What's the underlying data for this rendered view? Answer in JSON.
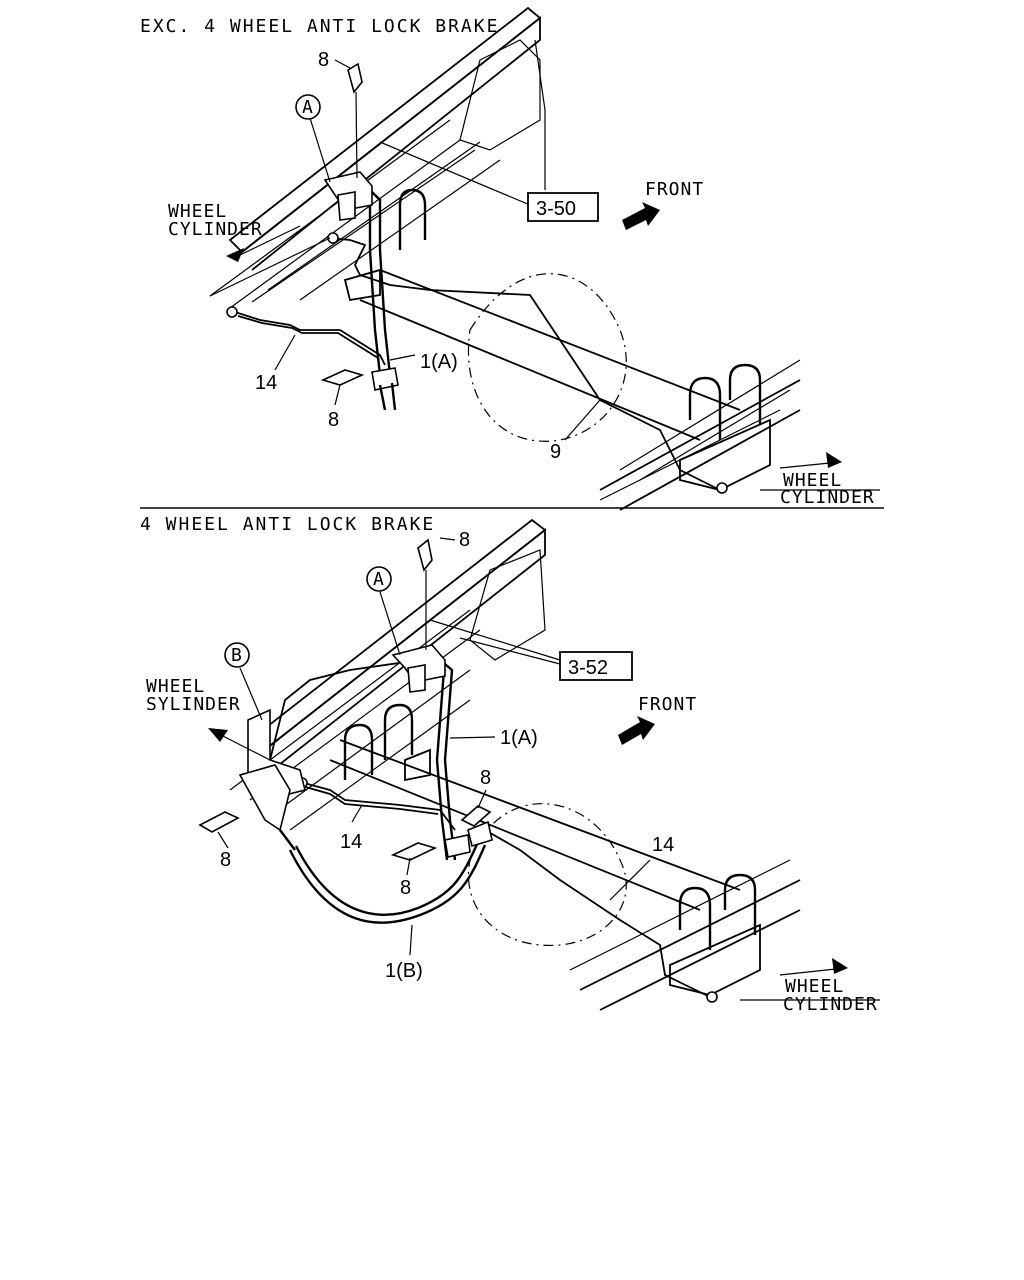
{
  "top": {
    "title": "EXC. 4 WHEEL ANTI LOCK BRAKE",
    "ref_box": "3-50",
    "front": "FRONT",
    "left_wheel": [
      "WHEEL",
      "CYLINDER"
    ],
    "right_wheel": [
      "WHEEL",
      "CYLINDER"
    ],
    "callout_a": "A",
    "labels": {
      "clip_top": "8",
      "clip_bottom": "8",
      "hose": "1(A)",
      "pipe_left": "14",
      "pipe_right": "9"
    }
  },
  "bottom": {
    "title": "4 WHEEL ANTI LOCK BRAKE",
    "ref_box": "3-52",
    "front": "FRONT",
    "left_wheel": [
      "WHEEL",
      "SYLINDER"
    ],
    "right_wheel": [
      "WHEEL",
      "CYLINDER"
    ],
    "callout_a": "A",
    "callout_b": "B",
    "labels": {
      "clip_top": "8",
      "clip_mid": "8",
      "clip_left": "8",
      "clip_bottom": "8",
      "hose_a": "1(A)",
      "hose_b": "1(B)",
      "pipe_left": "14",
      "pipe_right": "14"
    }
  }
}
